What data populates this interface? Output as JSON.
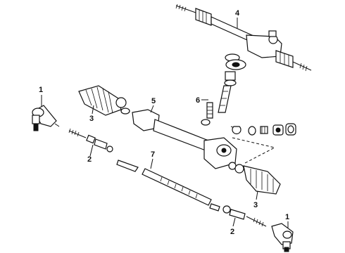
{
  "diagram": {
    "callouts": {
      "c1a": "1",
      "c1b": "1",
      "c2a": "2",
      "c2b": "2",
      "c3a": "3",
      "c3b": "3",
      "c4": "4",
      "c5": "5",
      "c6": "6",
      "c7": "7"
    },
    "parts": [
      {
        "id": "1",
        "name": "tie-rod-end"
      },
      {
        "id": "2",
        "name": "inner-tie-rod"
      },
      {
        "id": "3",
        "name": "boot"
      },
      {
        "id": "4",
        "name": "steering-gear-assembly"
      },
      {
        "id": "5",
        "name": "gear-housing"
      },
      {
        "id": "6",
        "name": "pinion-shaft"
      },
      {
        "id": "7",
        "name": "rack"
      }
    ]
  }
}
